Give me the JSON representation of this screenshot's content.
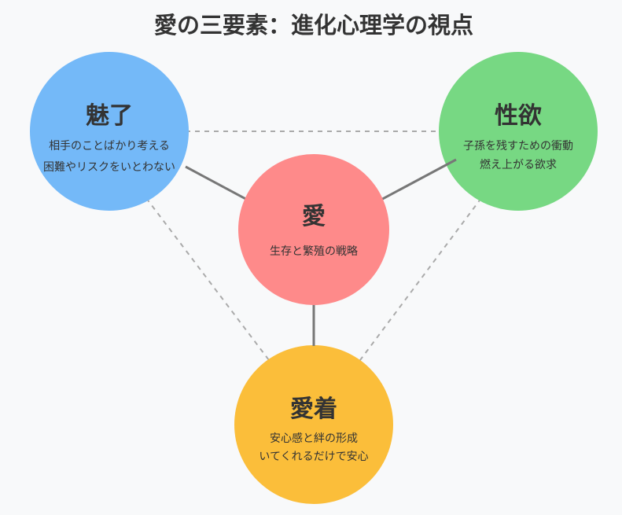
{
  "title": "愛の三要素：進化心理学の視点",
  "nodes": {
    "love": {
      "name": "愛",
      "lines": [
        "生存と繁殖の戦略"
      ],
      "color": "#fe8a8a"
    },
    "charm": {
      "name": "魅了",
      "lines": [
        "相手のことばかり考える",
        "困難やリスクをいとわない"
      ],
      "color": "#74b9f8"
    },
    "desire": {
      "name": "性欲",
      "lines": [
        "子孫を残すための衝動",
        "燃え上がる欲求"
      ],
      "color": "#77d883"
    },
    "attachment": {
      "name": "愛着",
      "lines": [
        "安心感と絆の形成",
        "いてくれるだけで安心"
      ],
      "color": "#fbbe3a"
    }
  }
}
